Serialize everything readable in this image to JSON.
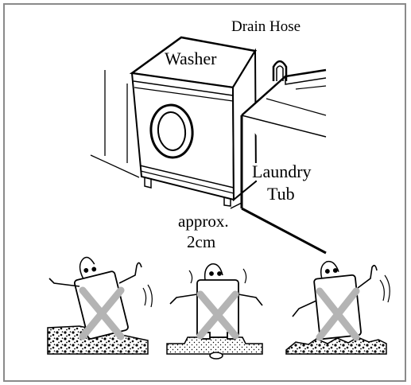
{
  "labels": {
    "drain_hose": "Drain Hose",
    "washer": "Washer",
    "laundry": "Laundry",
    "tub": "Tub",
    "approx": "approx.",
    "distance": "2cm"
  },
  "incorrect_examples": [
    {
      "surface": "uneven-slope"
    },
    {
      "surface": "raised-platform"
    },
    {
      "surface": "rough-floor"
    }
  ],
  "colors": {
    "line": "#000000",
    "cross": "#b4b4b4",
    "frame": "#8a8a8a"
  }
}
